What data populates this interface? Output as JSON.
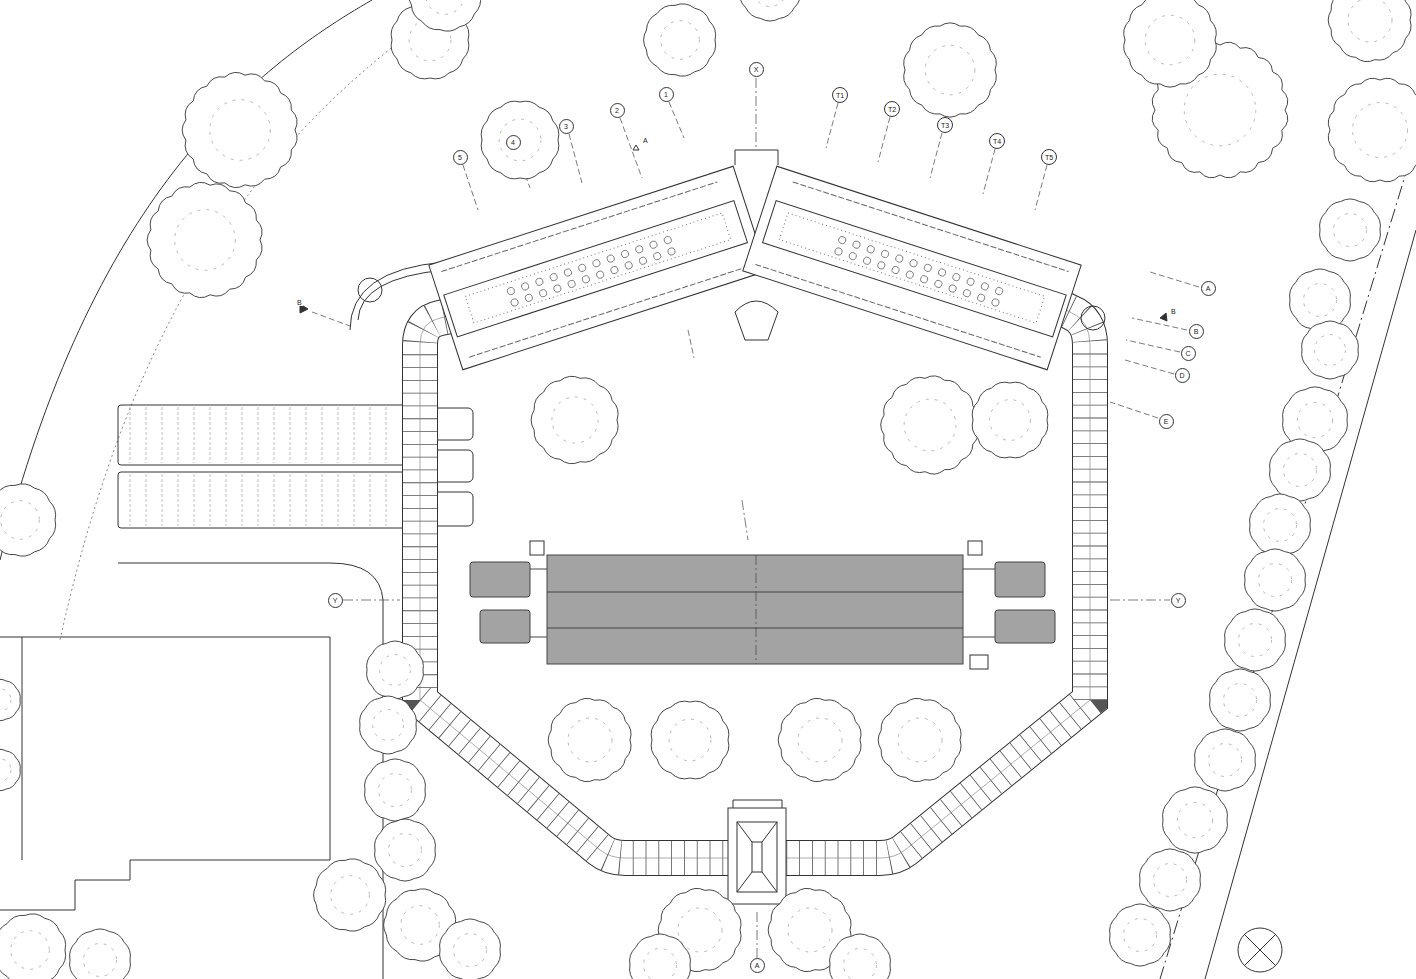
{
  "diagram": {
    "nodes": [
      {
        "text": [
          "X"
        ]
      },
      {
        "text": [
          "1"
        ]
      },
      {
        "text": [
          "2"
        ]
      },
      {
        "text": [
          "3"
        ]
      },
      {
        "text": [
          "4"
        ]
      },
      {
        "text": [
          "5"
        ]
      },
      {
        "text": [
          "T1"
        ]
      },
      {
        "text": [
          "T2"
        ]
      },
      {
        "text": [
          "T3"
        ]
      },
      {
        "text": [
          "T4"
        ]
      },
      {
        "text": [
          "T5"
        ]
      },
      {
        "text": [
          "A"
        ]
      },
      {
        "text": [
          "B"
        ]
      },
      {
        "text": [
          "C"
        ]
      },
      {
        "text": [
          "D"
        ]
      },
      {
        "text": [
          "E"
        ]
      },
      {
        "text": [
          "Y"
        ]
      },
      {
        "text": [
          "Y"
        ]
      },
      {
        "text": [
          "A"
        ]
      }
    ],
    "labels": [
      "A",
      "B",
      "B"
    ]
  }
}
